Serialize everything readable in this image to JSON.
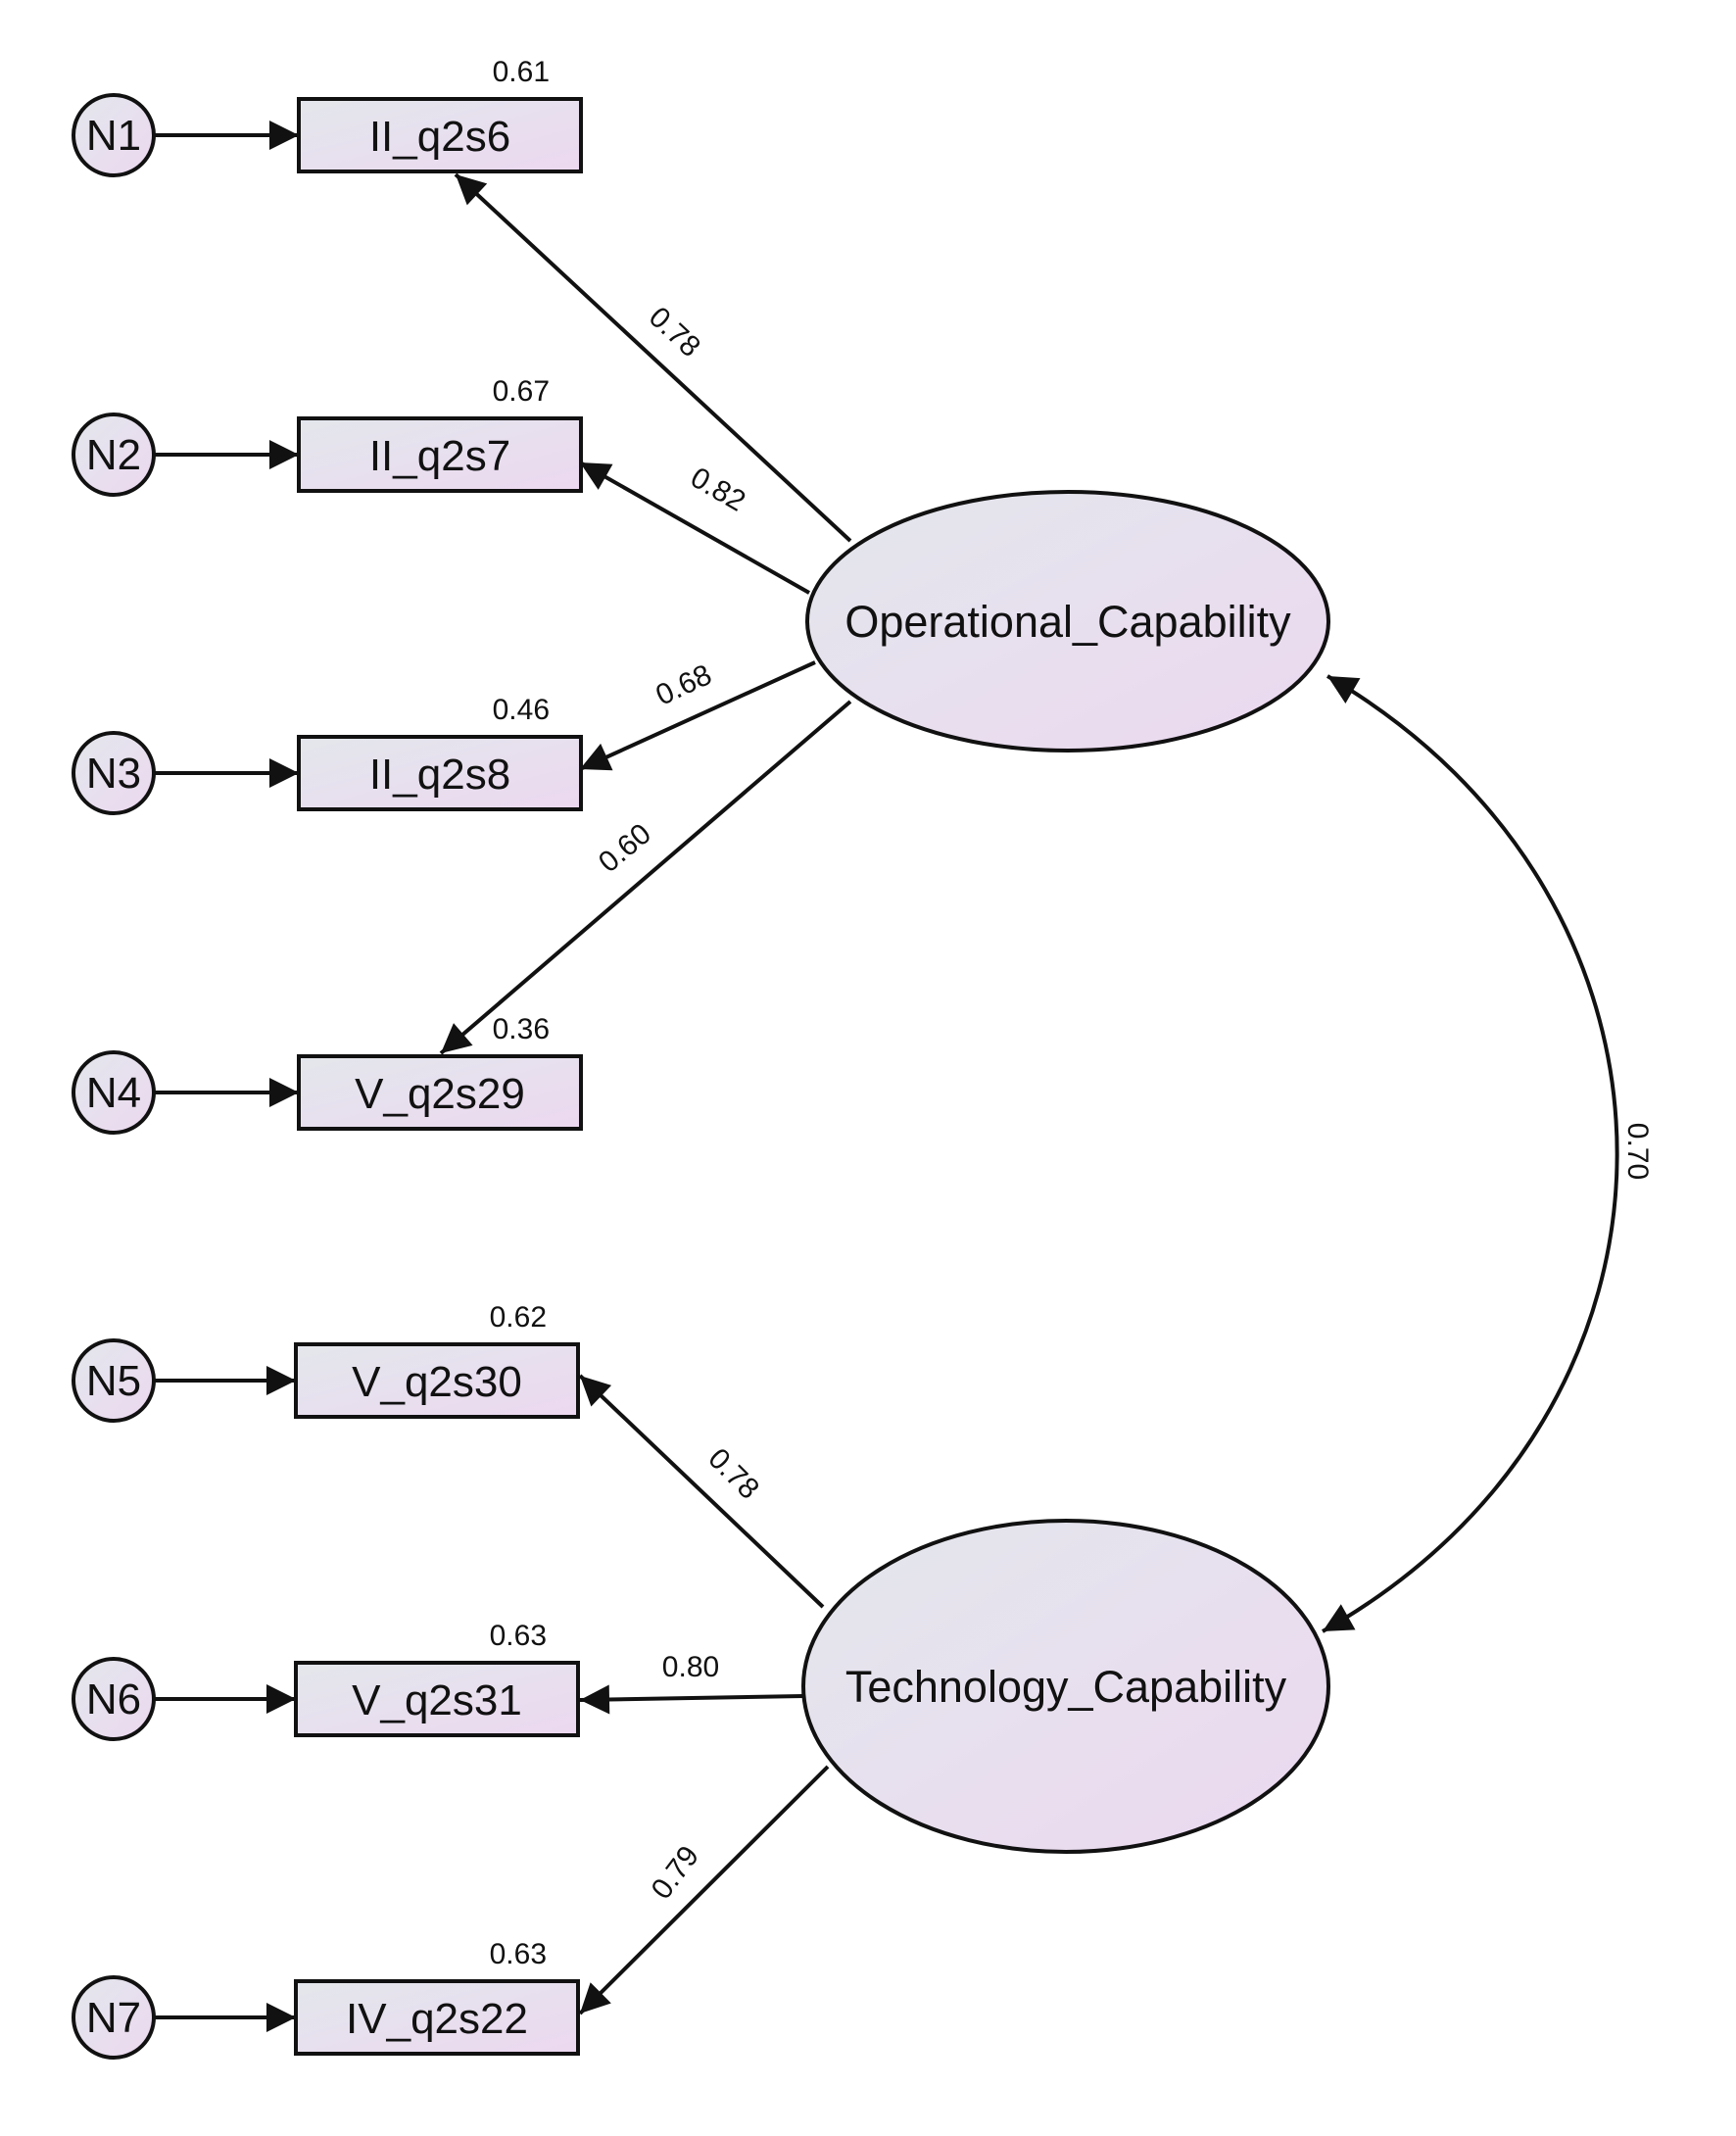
{
  "errors": [
    {
      "id": "e1",
      "label": "N1"
    },
    {
      "id": "e2",
      "label": "N2"
    },
    {
      "id": "e3",
      "label": "N3"
    },
    {
      "id": "e4",
      "label": "N4"
    },
    {
      "id": "e5",
      "label": "N5"
    },
    {
      "id": "e6",
      "label": "N6"
    },
    {
      "id": "e7",
      "label": "N7"
    }
  ],
  "observed": [
    {
      "id": "v1",
      "label": "II_q2s6",
      "r2": "0.61"
    },
    {
      "id": "v2",
      "label": "II_q2s7",
      "r2": "0.67"
    },
    {
      "id": "v3",
      "label": "II_q2s8",
      "r2": "0.46"
    },
    {
      "id": "v4",
      "label": "V_q2s29",
      "r2": "0.36"
    },
    {
      "id": "v5",
      "label": "V_q2s30",
      "r2": "0.62"
    },
    {
      "id": "v6",
      "label": "V_q2s31",
      "r2": "0.63"
    },
    {
      "id": "v7",
      "label": "IV_q2s22",
      "r2": "0.63"
    }
  ],
  "latent": [
    {
      "id": "op",
      "label": "Operational_Capability"
    },
    {
      "id": "tech",
      "label": "Technology_Capability"
    }
  ],
  "loadings": [
    {
      "from": "op",
      "to": "v1",
      "value": "0.78"
    },
    {
      "from": "op",
      "to": "v2",
      "value": "0.82"
    },
    {
      "from": "op",
      "to": "v3",
      "value": "0.68"
    },
    {
      "from": "op",
      "to": "v4",
      "value": "0.60"
    },
    {
      "from": "tech",
      "to": "v5",
      "value": "0.78"
    },
    {
      "from": "tech",
      "to": "v6",
      "value": "0.80"
    },
    {
      "from": "tech",
      "to": "v7",
      "value": "0.79"
    }
  ],
  "covariance": {
    "from": "op",
    "to": "tech",
    "value": "0.70"
  },
  "colors": {
    "fill_start": "#e3e7ec",
    "fill_end": "#ecd8f0",
    "stroke": "#111111"
  }
}
